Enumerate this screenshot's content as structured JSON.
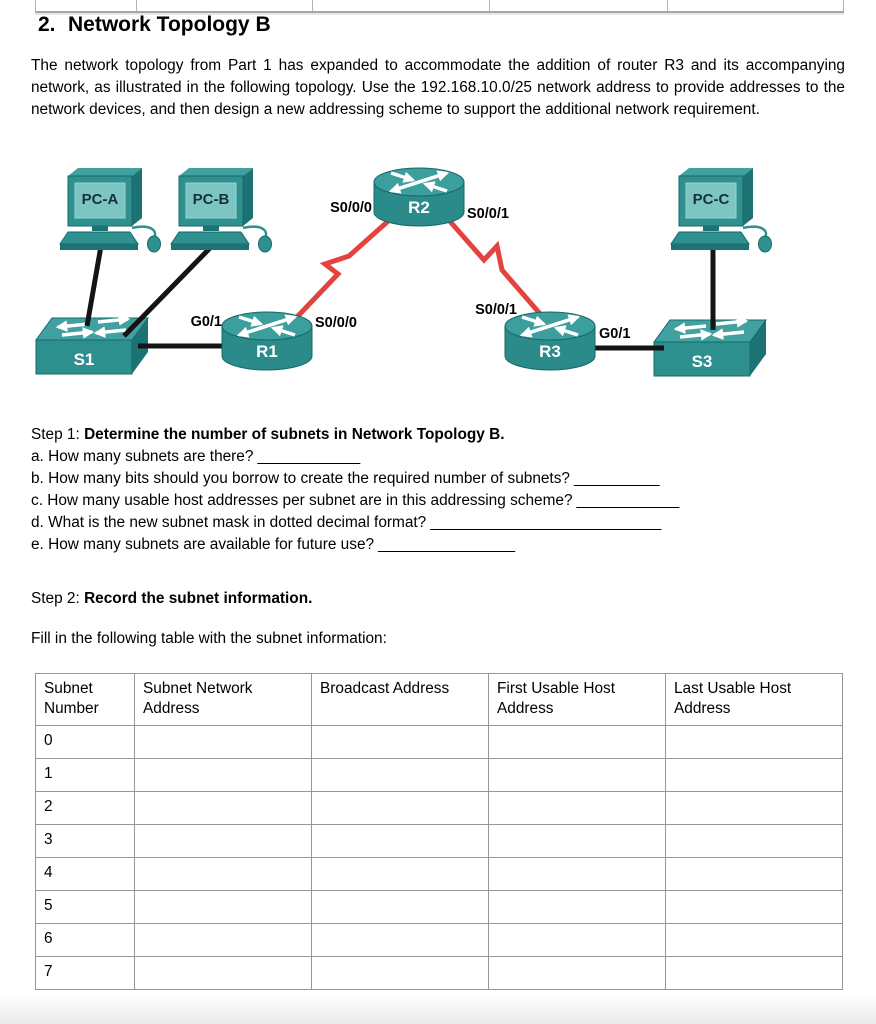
{
  "section": {
    "number": "2.",
    "title": "Network Topology B"
  },
  "intro": "The network topology from Part 1 has expanded to accommodate the addition of router R3 and its accompanying network, as illustrated in the following topology. Use the 192.168.10.0/25 network address to provide addresses to the network devices, and then design a new addressing scheme to support the additional network requirement.",
  "diagram": {
    "devices": {
      "pc_a": "PC-A",
      "pc_b": "PC-B",
      "pc_c": "PC-C",
      "r1": "R1",
      "r2": "R2",
      "r3": "R3",
      "s1": "S1",
      "s3": "S3"
    },
    "interfaces": {
      "r2_left": "S0/0/0",
      "r2_right": "S0/0/1",
      "r1_gig": "G0/1",
      "r1_serial": "S0/0/0",
      "r3_serial": "S0/0/1",
      "r3_gig": "G0/1"
    },
    "colors": {
      "device_teal": "#2E8F8F",
      "device_teal_top": "#41A1A0",
      "device_teal_dark": "#1D7373",
      "pc_screen": "#7CC5C2",
      "serial_link": "#E2433E",
      "ethernet_link": "#141414"
    }
  },
  "step1": {
    "label": "Step 1: ",
    "title": "Determine the number of subnets in Network Topology B.",
    "questions": [
      {
        "text": "a. How many subnets are there?",
        "blank": "____________"
      },
      {
        "text": "b. How many bits should you borrow to create the required number of subnets?",
        "blank": "__________"
      },
      {
        "text": "c. How many usable host addresses per subnet are in this addressing scheme?",
        "blank": "____________"
      },
      {
        "text": "d. What is the new subnet mask in dotted decimal format?",
        "blank": "___________________________"
      },
      {
        "text": "e. How many subnets are available for future use?",
        "blank": "________________"
      }
    ]
  },
  "step2": {
    "label": "Step 2: ",
    "title": "Record the subnet information.",
    "instruction": "Fill in the following table with the subnet information:"
  },
  "subnet_table": {
    "headers": [
      "Subnet Number",
      "Subnet Network Address",
      "Broadcast Address",
      "First Usable Host Address",
      "Last Usable Host Address"
    ],
    "rows": [
      {
        "subnet_number": "0",
        "subnet_network_address": "",
        "broadcast_address": "",
        "first_usable_host_address": "",
        "last_usable_host_address": ""
      },
      {
        "subnet_number": "1",
        "subnet_network_address": "",
        "broadcast_address": "",
        "first_usable_host_address": "",
        "last_usable_host_address": ""
      },
      {
        "subnet_number": "2",
        "subnet_network_address": "",
        "broadcast_address": "",
        "first_usable_host_address": "",
        "last_usable_host_address": ""
      },
      {
        "subnet_number": "3",
        "subnet_network_address": "",
        "broadcast_address": "",
        "first_usable_host_address": "",
        "last_usable_host_address": ""
      },
      {
        "subnet_number": "4",
        "subnet_network_address": "",
        "broadcast_address": "",
        "first_usable_host_address": "",
        "last_usable_host_address": ""
      },
      {
        "subnet_number": "5",
        "subnet_network_address": "",
        "broadcast_address": "",
        "first_usable_host_address": "",
        "last_usable_host_address": ""
      },
      {
        "subnet_number": "6",
        "subnet_network_address": "",
        "broadcast_address": "",
        "first_usable_host_address": "",
        "last_usable_host_address": ""
      },
      {
        "subnet_number": "7",
        "subnet_network_address": "",
        "broadcast_address": "",
        "first_usable_host_address": "",
        "last_usable_host_address": ""
      }
    ]
  }
}
